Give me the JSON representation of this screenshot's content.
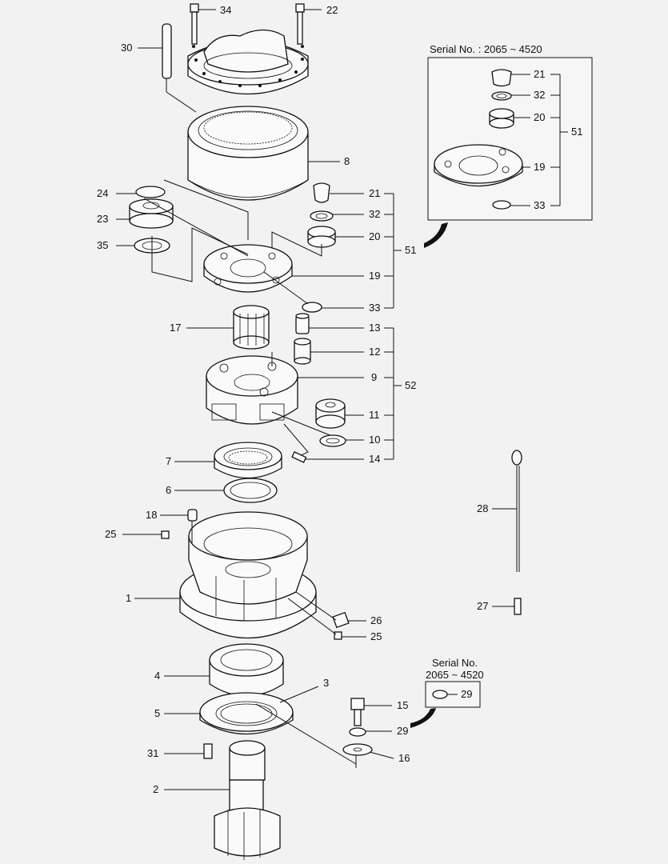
{
  "labels": {
    "p34": "34",
    "p22": "22",
    "p30": "30",
    "p8": "8",
    "p24": "24",
    "p23": "23",
    "p35": "35",
    "p21": "21",
    "p32": "32",
    "p20": "20",
    "p51": "51",
    "p19": "19",
    "p33": "33",
    "p17": "17",
    "p13": "13",
    "p12": "12",
    "p9": "9",
    "p52": "52",
    "p11": "11",
    "p10": "10",
    "p14": "14",
    "p7": "7",
    "p6": "6",
    "p18": "18",
    "p25a": "25",
    "p1": "1",
    "p26": "26",
    "p25b": "25",
    "p28": "28",
    "p27": "27",
    "p4": "4",
    "p3": "3",
    "p5": "5",
    "p31": "31",
    "p2": "2",
    "p15": "15",
    "p29": "29",
    "p16": "16",
    "i21": "21",
    "i32": "32",
    "i20": "20",
    "i51": "51",
    "i19": "19",
    "i33": "33",
    "b29": "29"
  },
  "inset_title": "Serial No. : 2065 ~ 4520",
  "small_box_title_line1": "Serial No.",
  "small_box_title_line2": "2065 ~ 4520"
}
